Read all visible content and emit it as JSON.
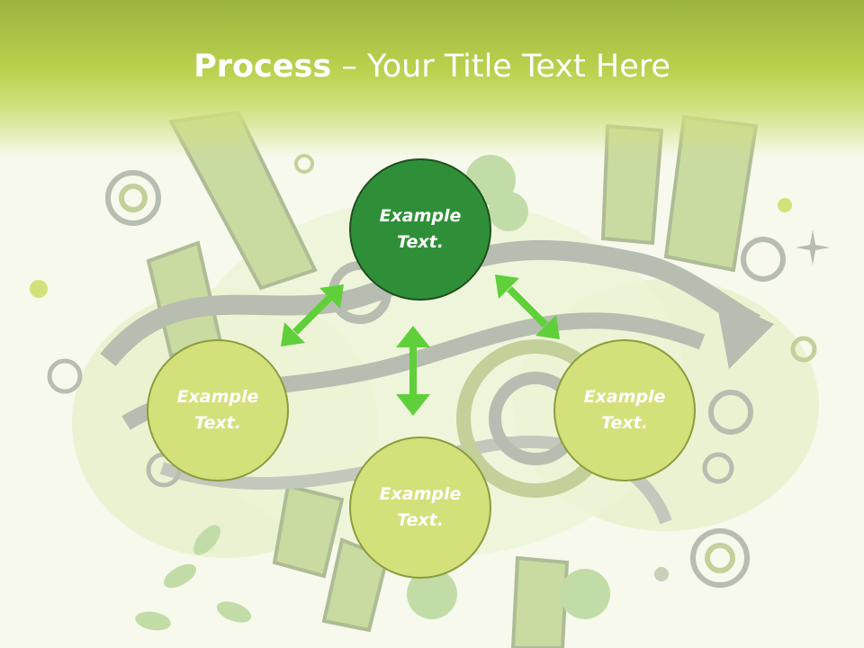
{
  "title": {
    "bold": "Process",
    "separator": "–",
    "rest": "Your Title Text Here"
  },
  "nodes": {
    "center": {
      "line1": "Example",
      "line2": "Text."
    },
    "left": {
      "line1": "Example",
      "line2": "Text."
    },
    "right": {
      "line1": "Example",
      "line2": "Text."
    },
    "bottom": {
      "line1": "Example",
      "line2": "Text."
    }
  },
  "colors": {
    "title_band": "#b9d24e",
    "center_node": "#2f8f38",
    "outer_node": "#d4e07a",
    "arrow": "#5fcf3a"
  }
}
